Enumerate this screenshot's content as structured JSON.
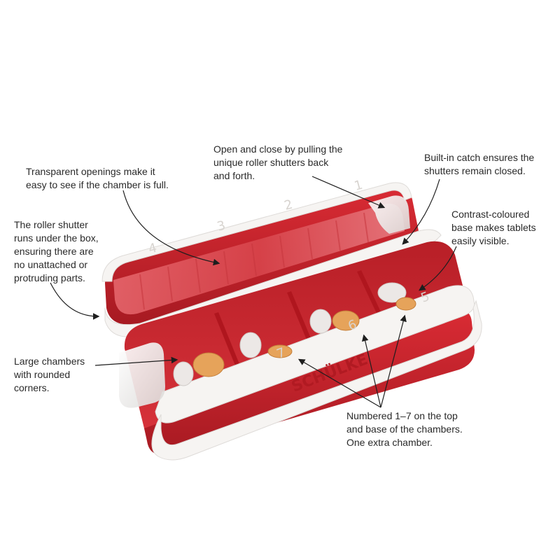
{
  "callouts": {
    "transparent_openings": "Transparent openings make it\neasy to see if the chamber is full.",
    "open_close": "Open and close by pulling the\nunique roller shutters back\nand forth.",
    "built_in_catch": "Built-in catch ensures the\nshutters remain closed.",
    "roller_shutter": "The roller shutter\nruns under the box,\nensuring there are\nno unattached or\nprotruding parts.",
    "contrast_base": "Contrast-coloured\nbase makes tablets\neasily visible.",
    "large_chambers": "Large chambers\nwith rounded\ncorners.",
    "numbered": "Numbered 1–7 on the top\nand base of the chambers.\nOne extra chamber."
  },
  "product": {
    "brand": "SCHÜLKE",
    "top_numbers": [
      "1",
      "2",
      "3",
      "4"
    ],
    "bottom_numbers": [
      "5",
      "6",
      "7"
    ]
  },
  "colors": {
    "case_red": "#c8222b",
    "case_dark_red": "#9e1a22",
    "frame_white": "#f6f4f2",
    "text": "#2a2a2a",
    "pill_white": "#ece8e6",
    "pill_orange": "#e6a35a"
  }
}
